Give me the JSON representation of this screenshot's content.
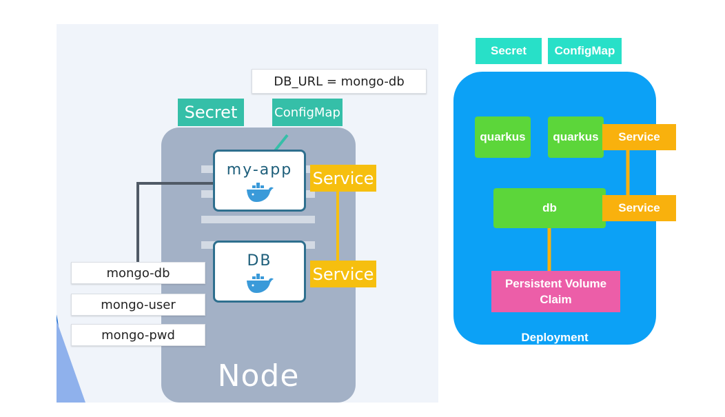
{
  "left": {
    "db_url": "DB_URL = mongo-db",
    "secret": "Secret",
    "configmap": "ConfigMap",
    "app": "my-app",
    "db": "DB",
    "service_top": "Service",
    "service_bottom": "Service",
    "env": [
      "mongo-db",
      "mongo-user",
      "mongo-pwd"
    ],
    "node": "Node",
    "icon": "docker-whale-icon"
  },
  "right": {
    "secret": "Secret",
    "configmap": "ConfigMap",
    "quarkus_1": "quarkus",
    "quarkus_2": "quarkus",
    "service_top": "Service",
    "db": "db",
    "service_db": "Service",
    "pvc_line1": "Persistent Volume",
    "pvc_line2": "Claim",
    "deployment": "Deployment"
  },
  "colors": {
    "node_gray": "#a3b1c6",
    "teal_left": "#35bfa8",
    "yellow_left": "#f6bf0f",
    "card_border": "#2e6f8e",
    "deployment_blue": "#0ca1f6",
    "teal_right": "#28e0c8",
    "green": "#5cd63a",
    "orange": "#f9b10d",
    "pink": "#ec5ea8"
  }
}
